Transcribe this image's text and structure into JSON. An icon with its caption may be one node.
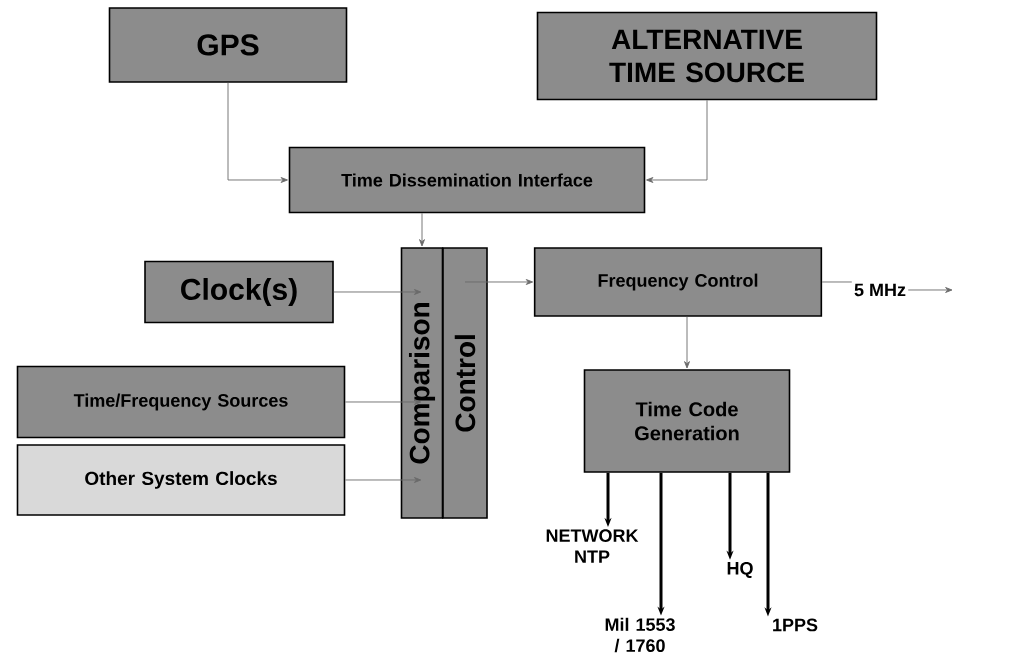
{
  "diagram": {
    "nodes": [
      {
        "text": [
          "GPS"
        ]
      },
      {
        "text": [
          "ALTERNATIVE TIME SOURCE"
        ]
      },
      {
        "text": [
          "Time Dissemination Interface"
        ]
      },
      {
        "text": [
          "Clock(s)"
        ]
      },
      {
        "text": [
          "Time/Frequency Sources"
        ]
      },
      {
        "text": [
          "Other System Clocks"
        ]
      },
      {
        "text": [
          "Comparison"
        ]
      },
      {
        "text": [
          "Control"
        ]
      },
      {
        "text": [
          "Frequency Control"
        ]
      },
      {
        "text": [
          "Time Code Generation"
        ]
      },
      {
        "text": [
          "5 MHz"
        ]
      },
      {
        "text": [
          "NETWORK NTP"
        ]
      },
      {
        "text": [
          "Mil 1553 / 1760"
        ]
      },
      {
        "text": [
          "HQ"
        ]
      },
      {
        "text": [
          "1PPS"
        ]
      }
    ],
    "edges": [
      {
        "from": 0,
        "to": 2,
        "arrow": "to"
      },
      {
        "from": 1,
        "to": 2,
        "arrow": "to"
      },
      {
        "from": 2,
        "to": 6,
        "arrow": "to"
      },
      {
        "from": 3,
        "to": 6,
        "arrow": "to"
      },
      {
        "from": 4,
        "to": 6,
        "arrow": "to"
      },
      {
        "from": 5,
        "to": 6,
        "arrow": "to"
      },
      {
        "from": 7,
        "to": 8,
        "arrow": "to"
      },
      {
        "from": 8,
        "to": 10,
        "arrow": "none"
      },
      {
        "from": 10,
        "to": null,
        "arrow": "to"
      },
      {
        "from": 8,
        "to": 9,
        "arrow": "to"
      },
      {
        "from": 9,
        "to": 11,
        "arrow": "to",
        "style": "thick",
        "color": "#000000"
      },
      {
        "from": 9,
        "to": 12,
        "arrow": "to",
        "style": "thick",
        "color": "#000000"
      },
      {
        "from": 9,
        "to": 13,
        "arrow": "to",
        "style": "thick",
        "color": "#000000"
      },
      {
        "from": 9,
        "to": 14,
        "arrow": "to",
        "style": "thick",
        "color": "#000000"
      }
    ]
  }
}
